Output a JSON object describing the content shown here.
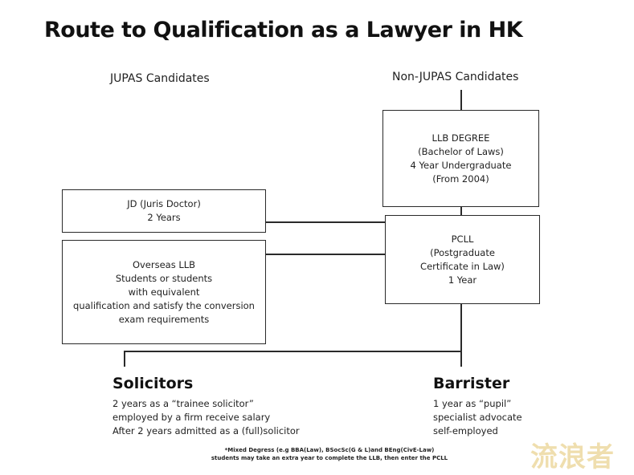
{
  "title": "Route to Qualification as a Lawyer in HK",
  "columns": {
    "jupas": "JUPAS Candidates",
    "non_jupas": "Non-JUPAS Candidates"
  },
  "boxes": {
    "llb": [
      "LLB DEGREE",
      "(Bachelor of Laws)",
      "4 Year Undergraduate",
      "(From 2004)"
    ],
    "jd": [
      "JD (Juris Doctor)",
      "2 Years"
    ],
    "pcll": [
      "PCLL",
      "(Postgraduate",
      "Certificate in Law)",
      "1 Year"
    ],
    "overseas": [
      "Overseas LLB",
      "Students or students",
      "with equivalent",
      "qualification and satisfy the conversion",
      "exam requirements"
    ]
  },
  "outcomes": {
    "solicitors": {
      "title": "Solicitors",
      "lines": [
        "2 years as a “trainee solicitor”",
        "employed by a firm receive salary",
        "After 2 years admitted as a (full)solicitor"
      ]
    },
    "barrister": {
      "title": "Barrister",
      "lines": [
        "1 year as “pupil”",
        "specialist advocate",
        "self-employed"
      ]
    }
  },
  "footnote": [
    "*Mixed Degress (e.g BBA(Law), BSocSc(G & L)and BEng(CivE-Law)",
    "students may take an extra year to complete the LLB, then enter the PCLL"
  ],
  "watermark": "流浪者"
}
